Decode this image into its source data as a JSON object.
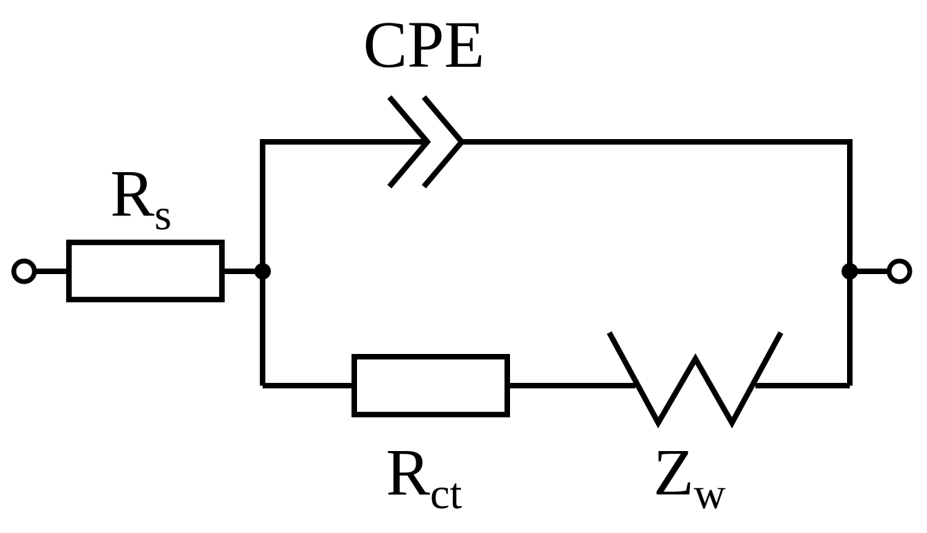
{
  "diagram": {
    "labels": {
      "cpe": "CPE",
      "rs_main": "R",
      "rs_sub": "s",
      "rct_main": "R",
      "rct_sub": "ct",
      "zw_main": "Z",
      "zw_sub": "w"
    },
    "colors": {
      "stroke": "#000000",
      "background": "#ffffff"
    }
  }
}
